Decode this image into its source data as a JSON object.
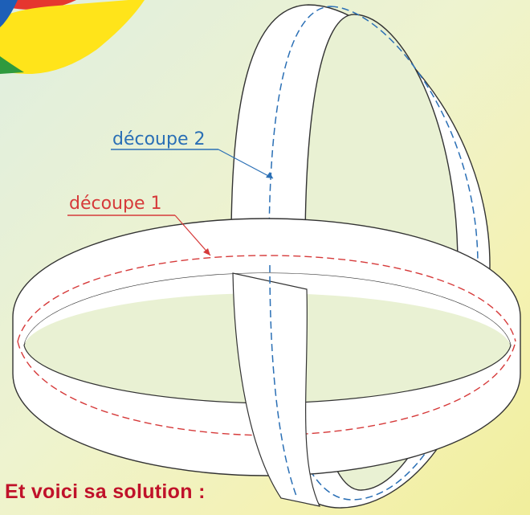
{
  "labels": {
    "cut_1": "découpe 1",
    "cut_2": "découpe 2"
  },
  "caption": "Et voici sa solution :",
  "colors": {
    "cut_1": "#d63a3a",
    "cut_2": "#2a6fb5",
    "background_start": "#dfeee0",
    "background_end": "#f1ee9c",
    "caption": "#c0122a",
    "band_fill": "#ffffff",
    "outline": "#333333"
  }
}
